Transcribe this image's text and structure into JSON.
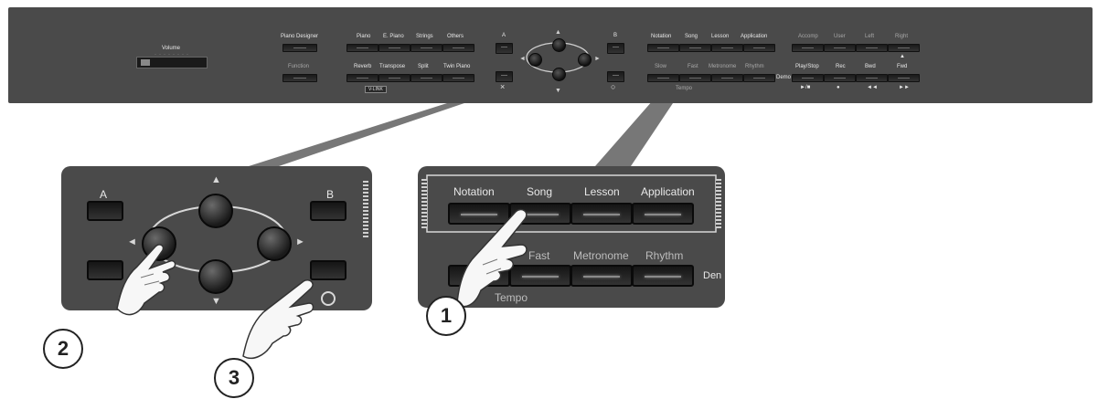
{
  "panel": {
    "volume_label": "Volume",
    "buttons_top": [
      "Piano Designer",
      "Piano",
      "E. Piano",
      "Strings",
      "Others",
      "A",
      "B",
      "Notation",
      "Song",
      "Lesson",
      "Application",
      "Accomp",
      "User",
      "Left",
      "Right"
    ],
    "buttons_bottom": [
      "Function",
      "Reverb",
      "Transpose",
      "Split",
      "Twin Piano",
      "Slow",
      "Fast",
      "Metronome",
      "Rhythm",
      "Play/Stop",
      "Rec",
      "Bwd",
      "Fwd"
    ],
    "demo_label": "Demo",
    "tempo_label": "Tempo",
    "vlink_badge": "V-LINK",
    "x_mark": "×",
    "transport_symbols": [
      "►/■",
      "●",
      "◄◄",
      "►►"
    ]
  },
  "zoom_left": {
    "a_label": "A",
    "b_label": "B"
  },
  "zoom_right": {
    "top_labels": [
      "Notation",
      "Song",
      "Lesson",
      "Application"
    ],
    "bottom_labels": [
      "Fast",
      "Metronome",
      "Rhythm"
    ],
    "demo_label": "Den",
    "tempo_label": "Tempo"
  },
  "callouts": [
    "1",
    "2",
    "3"
  ],
  "colors": {
    "panel": "#4a4a4a",
    "button": "#1a1a1a",
    "text": "#e8e8e8",
    "leader_line": "#666666"
  },
  "icons": [
    "up-triangle-icon",
    "down-triangle-icon",
    "left-triangle-icon",
    "right-triangle-icon",
    "hand-pointer-icon",
    "circle-o-icon",
    "x-mark-icon"
  ]
}
